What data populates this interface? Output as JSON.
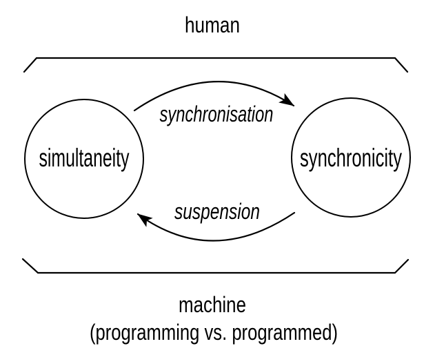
{
  "diagram": {
    "top_domain": "human",
    "bottom_domain": "machine",
    "bottom_domain_note": "(programming vs. programmed)",
    "nodes": {
      "left": "simultaneity",
      "right": "synchronicity"
    },
    "transitions": {
      "forward": "synchronisation",
      "backward": "suspension"
    },
    "colors": {
      "ink": "#000000",
      "background": "#ffffff"
    }
  }
}
